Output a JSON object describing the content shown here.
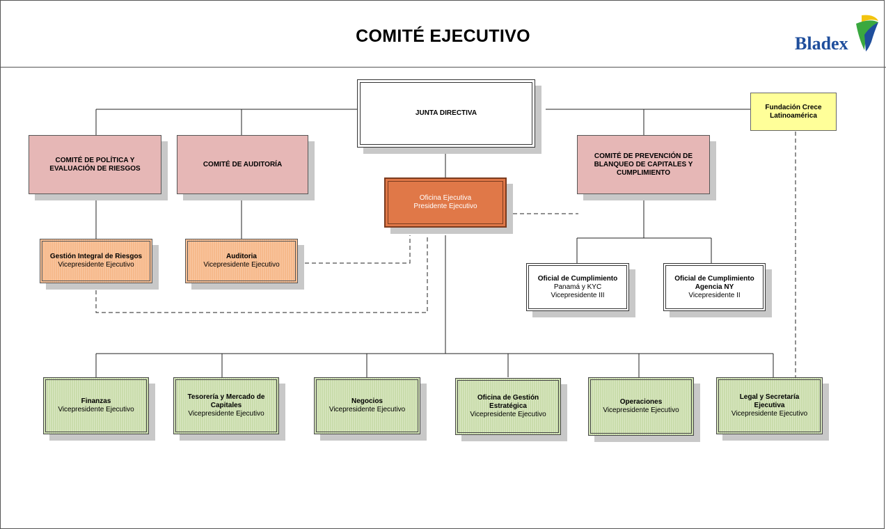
{
  "header": {
    "title": "COMITÉ EJECUTIVO",
    "logo_text": "Bladex",
    "logo_colors": {
      "text": "#1f4e9c",
      "green": "#3aa83f",
      "yellow": "#f2c40f",
      "blue": "#1f4e9c"
    }
  },
  "nodes": {
    "junta": {
      "line1": "JUNTA DIRECTIVA"
    },
    "fundacion": {
      "line1": "Fundación Crece",
      "line2": "Latinoamérica"
    },
    "comite_politica": {
      "line1": "COMITÉ DE POLÍTICA Y",
      "line2": "EVALUACIÓN DE RIESGOS"
    },
    "comite_auditoria": {
      "line1": "COMITÉ DE AUDITORÍA"
    },
    "comite_prevencion": {
      "line1": "COMITÉ DE PREVENCIÓN DE",
      "line2": "BLANQUEO DE CAPITALES Y",
      "line3": "CUMPLIMIENTO"
    },
    "oficina_ejecutiva": {
      "line1": "Oficina Ejecutiva",
      "line2": "Presidente Ejecutivo"
    },
    "gestion_riesgos": {
      "line1": "Gestión Integral de Riesgos",
      "line2": "Vicepresidente Ejecutivo"
    },
    "auditoria": {
      "line1": "Auditoria",
      "line2": "Vicepresidente Ejecutivo"
    },
    "oficial_panama": {
      "line1": "Oficial de Cumplimiento",
      "line2": "Panamá y KYC",
      "line3": "Vicepresidente III"
    },
    "oficial_ny": {
      "line1": "Oficial de Cumplimiento",
      "line2": "Agencia NY",
      "line3": "Vicepresidente II"
    },
    "finanzas": {
      "line1": "Finanzas",
      "line2": "Vicepresidente Ejecutivo"
    },
    "tesoreria": {
      "line1": "Tesorería y Mercado de",
      "line2": "Capitales",
      "line3": "Vicepresidente Ejecutivo"
    },
    "negocios": {
      "line1": "Negocios",
      "line2": "Vicepresidente Ejecutivo"
    },
    "gestion_estrategica": {
      "line1": "Oficina de Gestión",
      "line2": "Estratégica",
      "line3": "Vicepresidente Ejecutivo"
    },
    "operaciones": {
      "line1": "Operaciones",
      "line2": "Vicepresidente Ejecutivo"
    },
    "legal": {
      "line1": "Legal y Secretaría",
      "line2": "Ejecutiva",
      "line3": "Vicepresidente Ejecutivo"
    }
  }
}
